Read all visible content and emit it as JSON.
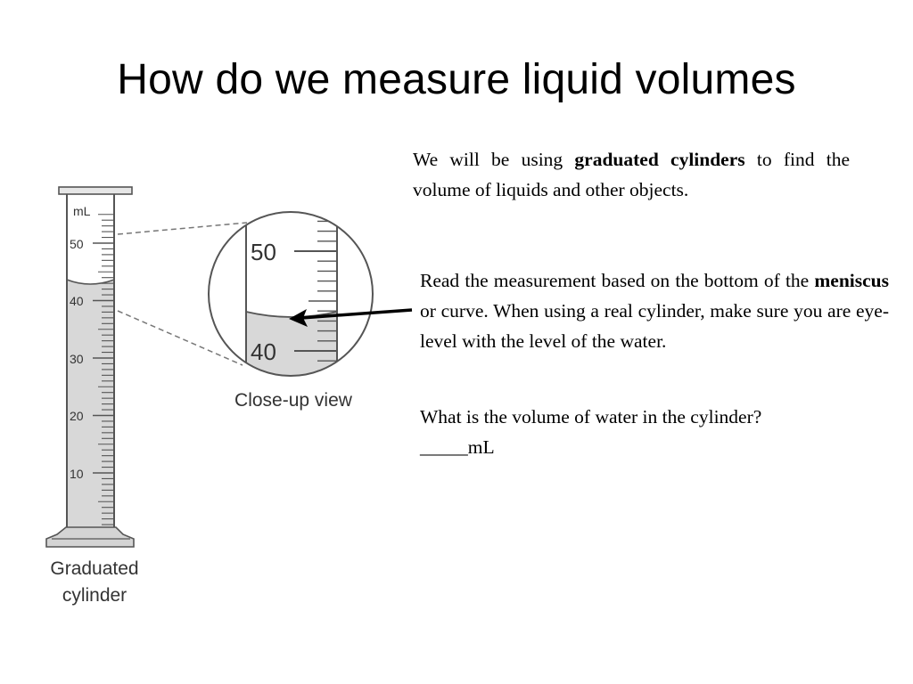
{
  "slide": {
    "title": "How do we measure liquid volumes"
  },
  "paragraphs": {
    "p1": {
      "before": "We will be using ",
      "bold": "graduated cylinders",
      "after": " to find the volume of liquids and other objects."
    },
    "p2": {
      "before": "Read the measurement based on the bottom of the ",
      "bold": "meniscus",
      "after": " or curve. When using a real cylinder, make sure you are eye-level with the level of the water."
    },
    "p3": {
      "line1": "What is the volume of water in the cylinder?",
      "line2": "_____mL"
    }
  },
  "figure": {
    "cylinder": {
      "unit_label": "mL",
      "tick_labels": [
        "50",
        "40",
        "30",
        "20",
        "10"
      ],
      "caption_line1": "Graduated",
      "caption_line2": "cylinder",
      "liquid_level_ml": 43
    },
    "closeup": {
      "label_top": "50",
      "label_bottom": "40",
      "caption": "Close-up view"
    }
  }
}
